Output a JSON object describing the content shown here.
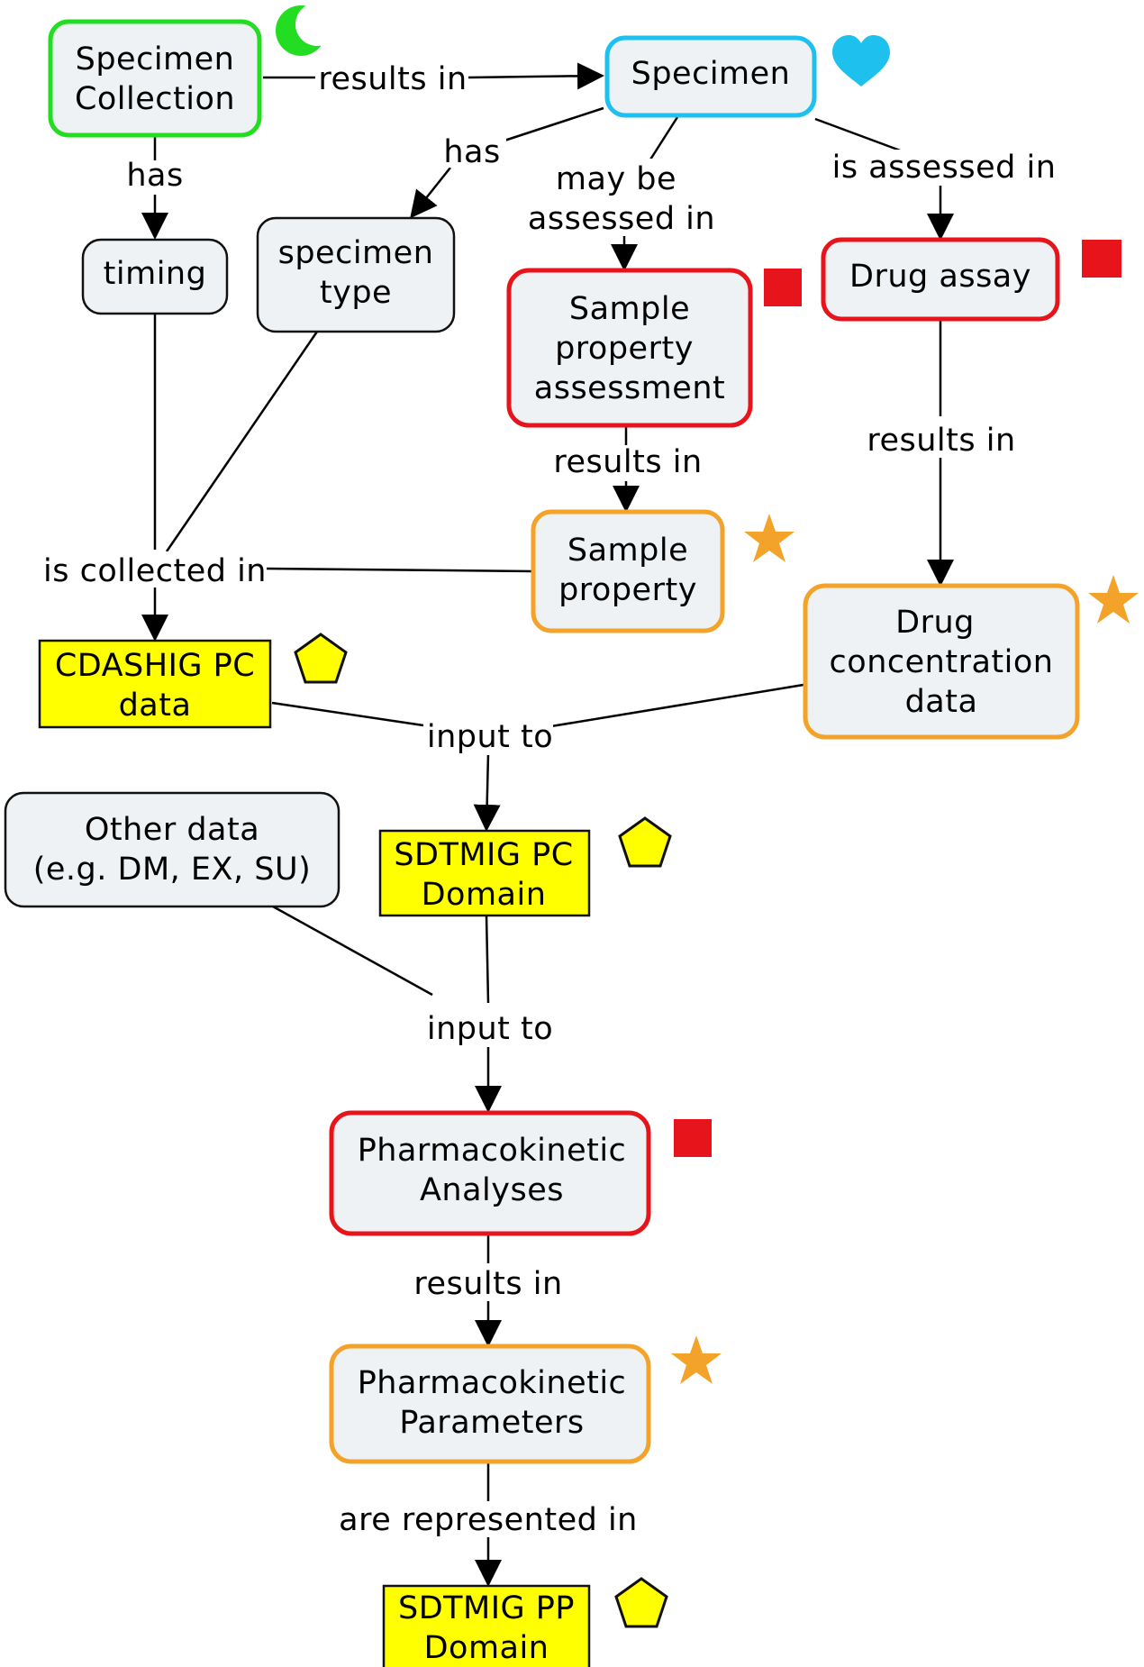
{
  "colors": {
    "green": "#22dd22",
    "blue": "#1ec0ee",
    "red": "#e8141c",
    "orange": "#f4a32a",
    "yellow": "#ffff00",
    "node_fill": "#eef2f4",
    "black": "#111111"
  },
  "icons": {
    "moon": "green-crescent-moon-icon",
    "heart": "blue-heart-icon",
    "square": "red-square-icon",
    "star": "orange-star-icon",
    "pentagon": "yellow-pentagon-icon"
  },
  "nodes": {
    "specimen_collection": [
      "Specimen",
      "Collection"
    ],
    "specimen": [
      "Specimen"
    ],
    "timing": [
      "timing"
    ],
    "specimen_type": [
      "specimen",
      "type"
    ],
    "sample_property_assessment": [
      "Sample",
      "property",
      "assessment"
    ],
    "drug_assay": [
      "Drug assay"
    ],
    "sample_property": [
      "Sample",
      "property"
    ],
    "drug_concentration_data": [
      "Drug",
      "concentration",
      "data"
    ],
    "cdashig_pc_data": [
      "CDASHIG PC",
      "data"
    ],
    "other_data": [
      "Other data",
      "(e.g. DM, EX, SU)"
    ],
    "sdtmig_pc_domain": [
      "SDTMIG PC",
      "Domain"
    ],
    "pk_analyses": [
      "Pharmacokinetic",
      "Analyses"
    ],
    "pk_parameters": [
      "Pharmacokinetic",
      "Parameters"
    ],
    "sdtmig_pp_domain": [
      "SDTMIG PP",
      "Domain"
    ]
  },
  "links": {
    "results_in_1": [
      "results in"
    ],
    "has_1": [
      "has"
    ],
    "has_2": [
      "has"
    ],
    "may_be_assessed_in": [
      "may be",
      "assessed in"
    ],
    "is_assessed_in": [
      "is assessed in"
    ],
    "results_in_2": [
      "results in"
    ],
    "results_in_3": [
      "results in"
    ],
    "is_collected_in": [
      "is collected in"
    ],
    "input_to_1": [
      "input to"
    ],
    "input_to_2": [
      "input to"
    ],
    "results_in_4": [
      "results in"
    ],
    "are_represented_in": [
      "are represented in"
    ]
  }
}
